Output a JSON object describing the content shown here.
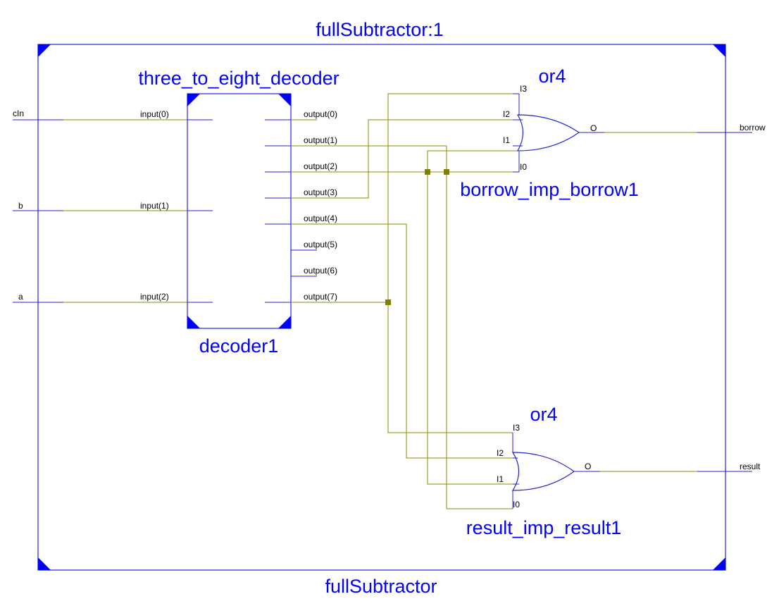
{
  "top_module": {
    "instance_label": "fullSubtractor:1",
    "module_label": "fullSubtractor"
  },
  "ports_in": [
    "cIn",
    "b",
    "a"
  ],
  "ports_out": [
    "borrow",
    "result"
  ],
  "decoder": {
    "type_label": "three_to_eight_decoder",
    "instance_label": "decoder1",
    "inputs": [
      "input(0)",
      "input(1)",
      "input(2)"
    ],
    "outputs": [
      "output(0)",
      "output(1)",
      "output(2)",
      "output(3)",
      "output(4)",
      "output(5)",
      "output(6)",
      "output(7)"
    ]
  },
  "gate_borrow": {
    "type_label": "or4",
    "instance_label": "borrow_imp_borrow1",
    "pins": [
      "I3",
      "I2",
      "I1",
      "I0"
    ],
    "output_pin": "O"
  },
  "gate_result": {
    "type_label": "or4",
    "instance_label": "result_imp_result1",
    "pins": [
      "I3",
      "I2",
      "I1",
      "I0"
    ],
    "output_pin": "O"
  },
  "colors": {
    "label_blue": "#0000ff",
    "block_outline": "#2323d9",
    "net_olive": "#8c8c00",
    "junction": "#808000"
  }
}
